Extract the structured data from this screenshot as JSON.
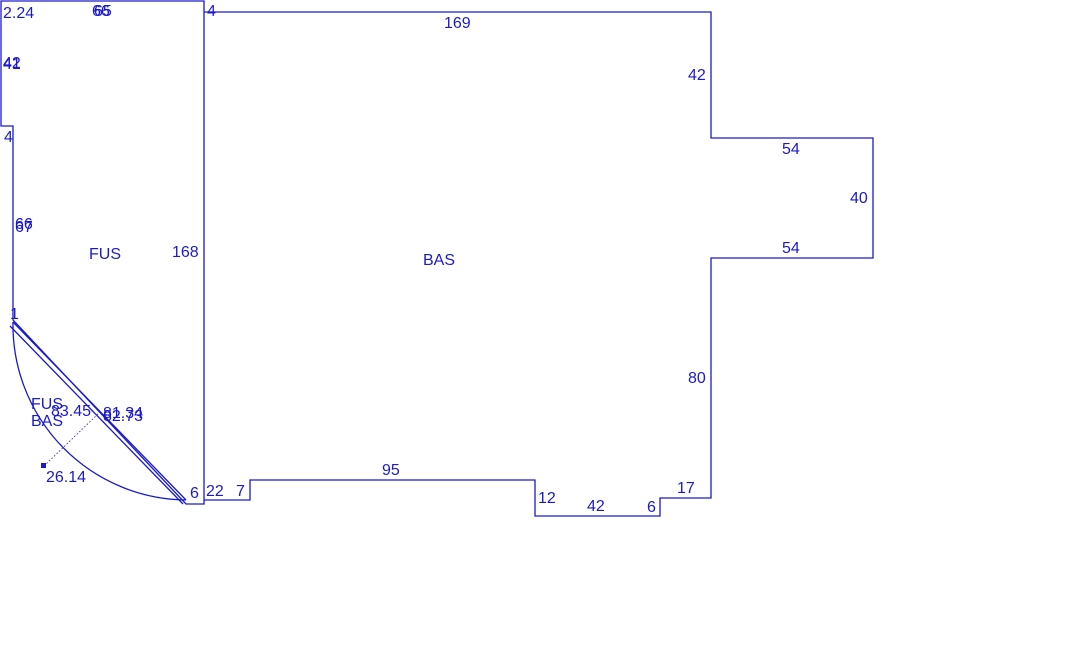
{
  "colors": {
    "line": "#1a1acc",
    "background": "#ffffff"
  },
  "areas": {
    "fus": "FUS",
    "bas": "BAS",
    "quarter_fus": "FUS",
    "quarter_bas": "BAS"
  },
  "dimensions": {
    "top_left": "2.24",
    "top_fus_a": "66",
    "top_fus_b": "65",
    "top_corner": "4",
    "top_bas": "169",
    "left_a": "42",
    "left_b": "41",
    "left_notch": "4",
    "left_mid_a": "66",
    "left_mid_b": "67",
    "fus_right": "168",
    "arc_start": "1",
    "right_upper": "42",
    "bump_top": "54",
    "bump_side": "40",
    "bump_bottom": "54",
    "right_lower": "80",
    "step_17": "17",
    "step_6": "6",
    "bottom_42": "42",
    "step_12": "12",
    "bottom_95": "95",
    "bottom_7": "7",
    "bottom_22": "22",
    "bottom_6": "6",
    "diag_a": "83.45",
    "diag_b": "81.34",
    "diag_c": "82.73",
    "radius": "26.14"
  }
}
